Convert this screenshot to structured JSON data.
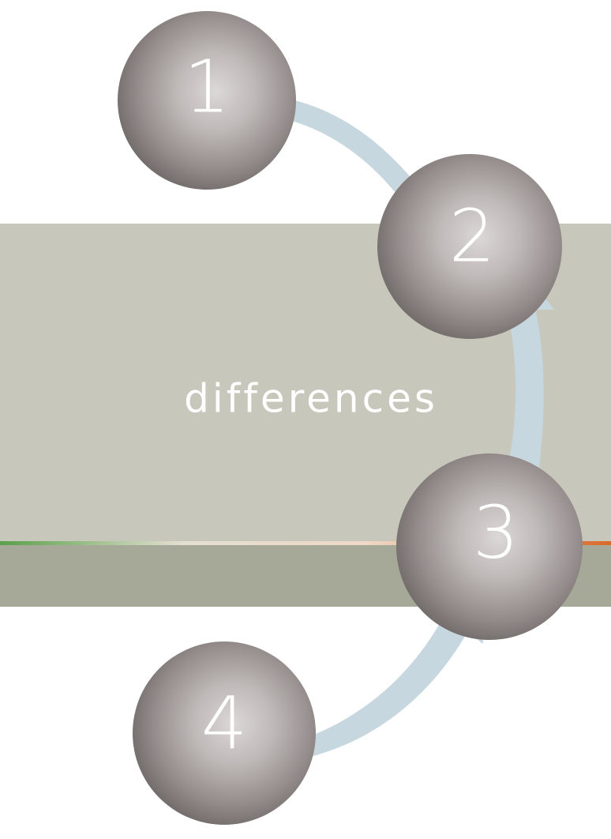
{
  "diagram": {
    "label": "differences",
    "steps": [
      {
        "number": "1"
      },
      {
        "number": "2"
      },
      {
        "number": "3"
      },
      {
        "number": "4"
      }
    ],
    "colors": {
      "band_upper": "#c7c8bb",
      "band_lower": "#a7a998",
      "arrow": "#c6d7df",
      "sphere_light": "#d8d3d2",
      "sphere_mid": "#a39d9c",
      "sphere_dark": "#6d6766",
      "line_green": "#5aa04a",
      "line_orange": "#d96a2a"
    }
  }
}
